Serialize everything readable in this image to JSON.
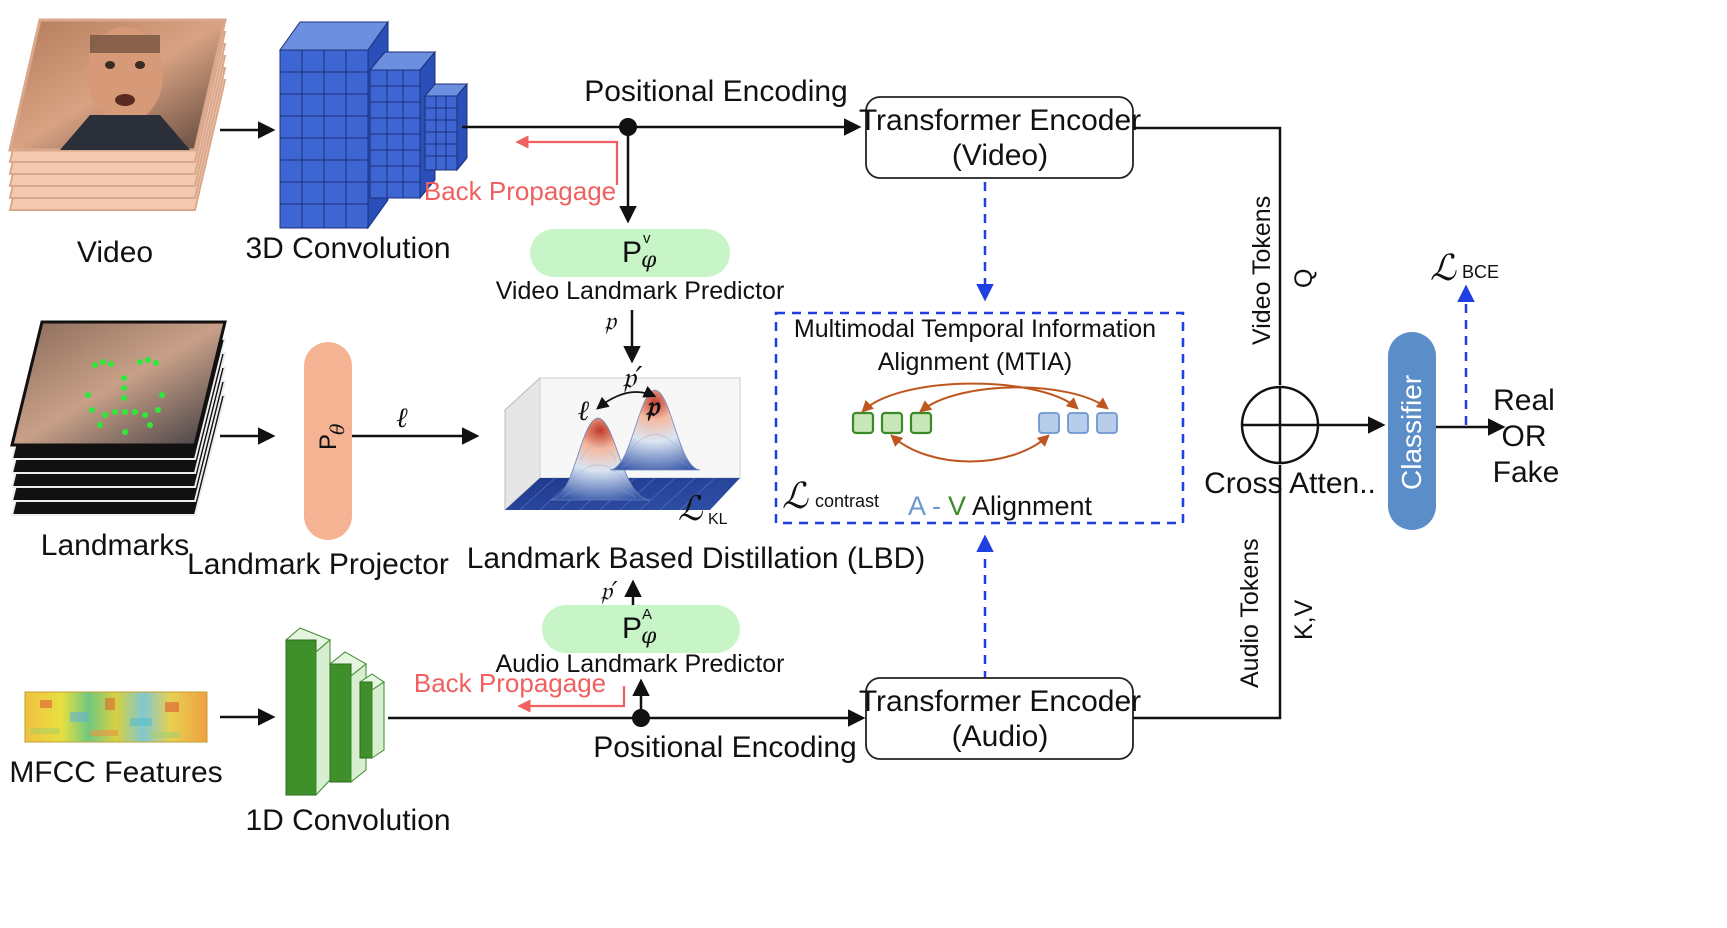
{
  "inputs": {
    "video": "Video",
    "landmarks": "Landmarks",
    "mfcc": "MFCC Features"
  },
  "conv": {
    "video": "3D Convolution",
    "audio": "1D Convolution"
  },
  "positional": {
    "top": "Positional Encoding",
    "bottom": "Positional Encoding"
  },
  "backprop": {
    "top": "Back Propagage",
    "bottom": "Back Propagage"
  },
  "encoders": {
    "video_line1": "Transformer Encoder",
    "video_line2": "(Video)",
    "audio_line1": "Transformer Encoder",
    "audio_line2": "(Audio)"
  },
  "predictors": {
    "video_symbol": "P",
    "video_sub": "φ",
    "video_sup": "v",
    "video_label": "Video Landmark Predictor",
    "audio_symbol": "P",
    "audio_sub": "φ",
    "audio_sup": "A",
    "audio_label": "Audio Landmark Predictor"
  },
  "projector": {
    "symbol": "P",
    "sub": "θ",
    "label": "Landmark Projector",
    "output": "ℓ"
  },
  "lbd": {
    "title": "Landmark Based Distillation (LBD)",
    "p_in": "𝔭",
    "p_prime": "𝔭′",
    "p_prime_top": "𝔭′",
    "l_peak": "ℓ",
    "p_peak": "𝔭",
    "loss_symbol": "ℒ",
    "loss_sub": "KL"
  },
  "mtia": {
    "title_line1": "Multimodal Temporal Information",
    "title_line2": "Alignment (MTIA)",
    "loss_symbol": "ℒ",
    "loss_sub": "contrast",
    "av_a": "A",
    "av_dash": "-",
    "av_v": "V",
    "av_text": "Alignment",
    "colors": {
      "green": "#3a8a2a",
      "blue": "#6e97cf",
      "arc": "#c0561f",
      "dash": "#1f3fe0"
    }
  },
  "tokens": {
    "video": "Video Tokens",
    "video_q": "Q",
    "audio": "Audio Tokens",
    "audio_kv": "K,V"
  },
  "fusion": {
    "cross_label": "Cross Atten..",
    "classifier": "Classifier",
    "loss_symbol": "ℒ",
    "loss_sub": "BCE",
    "out_line1": "Real",
    "out_line2": "OR",
    "out_line3": "Fake"
  }
}
